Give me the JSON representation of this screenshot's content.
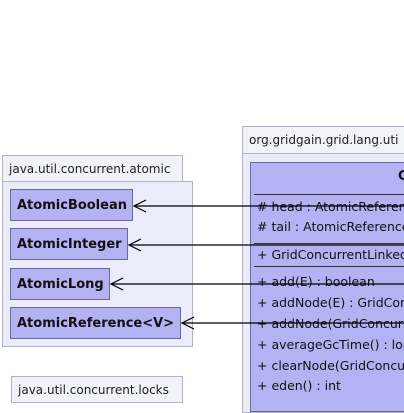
{
  "packages": {
    "atomic": {
      "name": "java.util.concurrent.atomic"
    },
    "locks": {
      "name": "java.util.concurrent.locks"
    },
    "gridgain": {
      "name": "org.gridgain.grid.lang.uti"
    }
  },
  "classes": [
    "AtomicBoolean",
    "AtomicInteger",
    "AtomicLong",
    "AtomicReference<V>"
  ],
  "main_class": {
    "title_fragment": "G",
    "fields": [
      "# head : AtomicReferen",
      "# tail : AtomicReference"
    ],
    "constructors": [
      "+ GridConcurrentLinked"
    ],
    "methods": [
      "+ add(E) : boolean",
      "+ addNode(E) : GridConc",
      "+ addNode(GridConcurr",
      "+ averageGcTime() : lon",
      "+ clearNode(GridConcu",
      "+ eden() : int"
    ]
  }
}
